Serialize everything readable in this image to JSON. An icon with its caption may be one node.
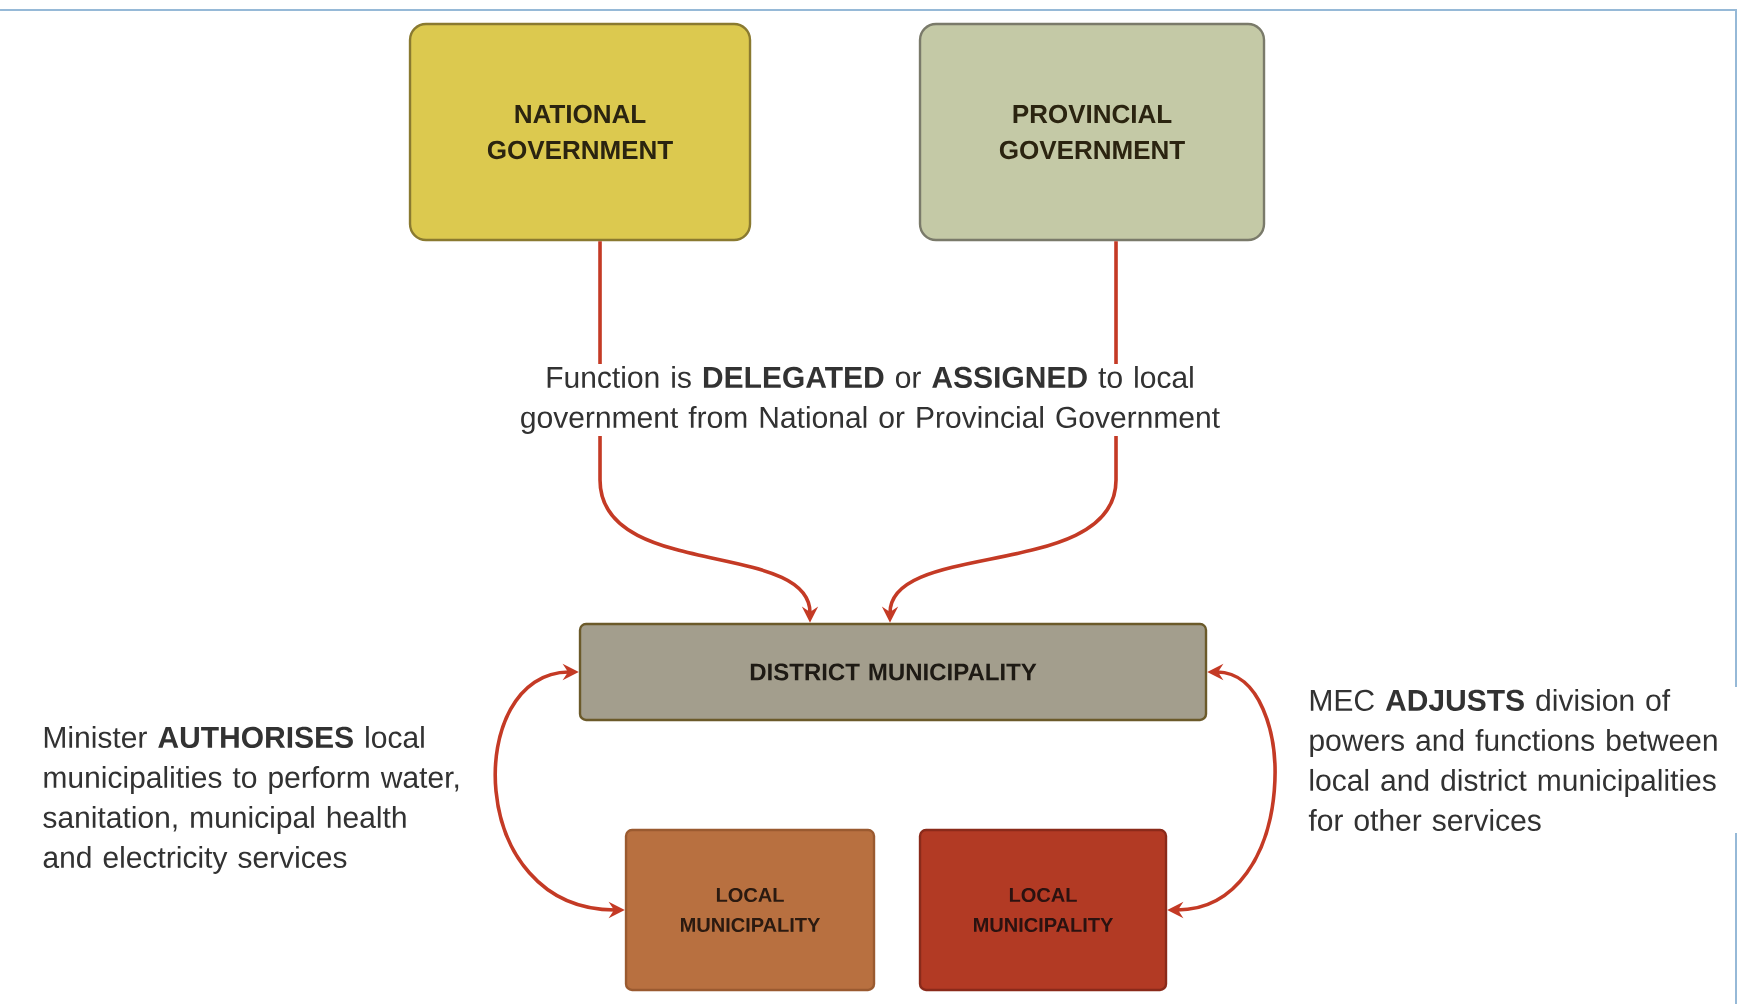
{
  "diagram": {
    "nodes": [
      {
        "text": [
          "NATIONAL GOVERNMENT"
        ]
      },
      {
        "text": [
          "PROVINCIAL GOVERNMENT"
        ]
      },
      {
        "text": [
          "DISTRICT MUNICIPALITY"
        ]
      },
      {
        "text": [
          "LOCAL MUNICIPALITY"
        ]
      },
      {
        "text": [
          "LOCAL MUNICIPALITY"
        ]
      }
    ],
    "edges": [
      {
        "from": 0,
        "to": 2,
        "arrow": "to"
      },
      {
        "from": 1,
        "to": 2,
        "arrow": "to"
      },
      {
        "from": 2,
        "to": 3,
        "arrow": "both"
      },
      {
        "from": 2,
        "to": 4,
        "arrow": "both"
      }
    ],
    "labels": [
      "Function is **DELEGATED** or **ASSIGNED** to local government from National or Provincial Government",
      "Minister **AUTHORISES** local municipalities to perform water, sanitation, municipal health and electricity services",
      "MEC **ADJUSTS** division of powers and functions between local and district municipalities for other services"
    ]
  }
}
